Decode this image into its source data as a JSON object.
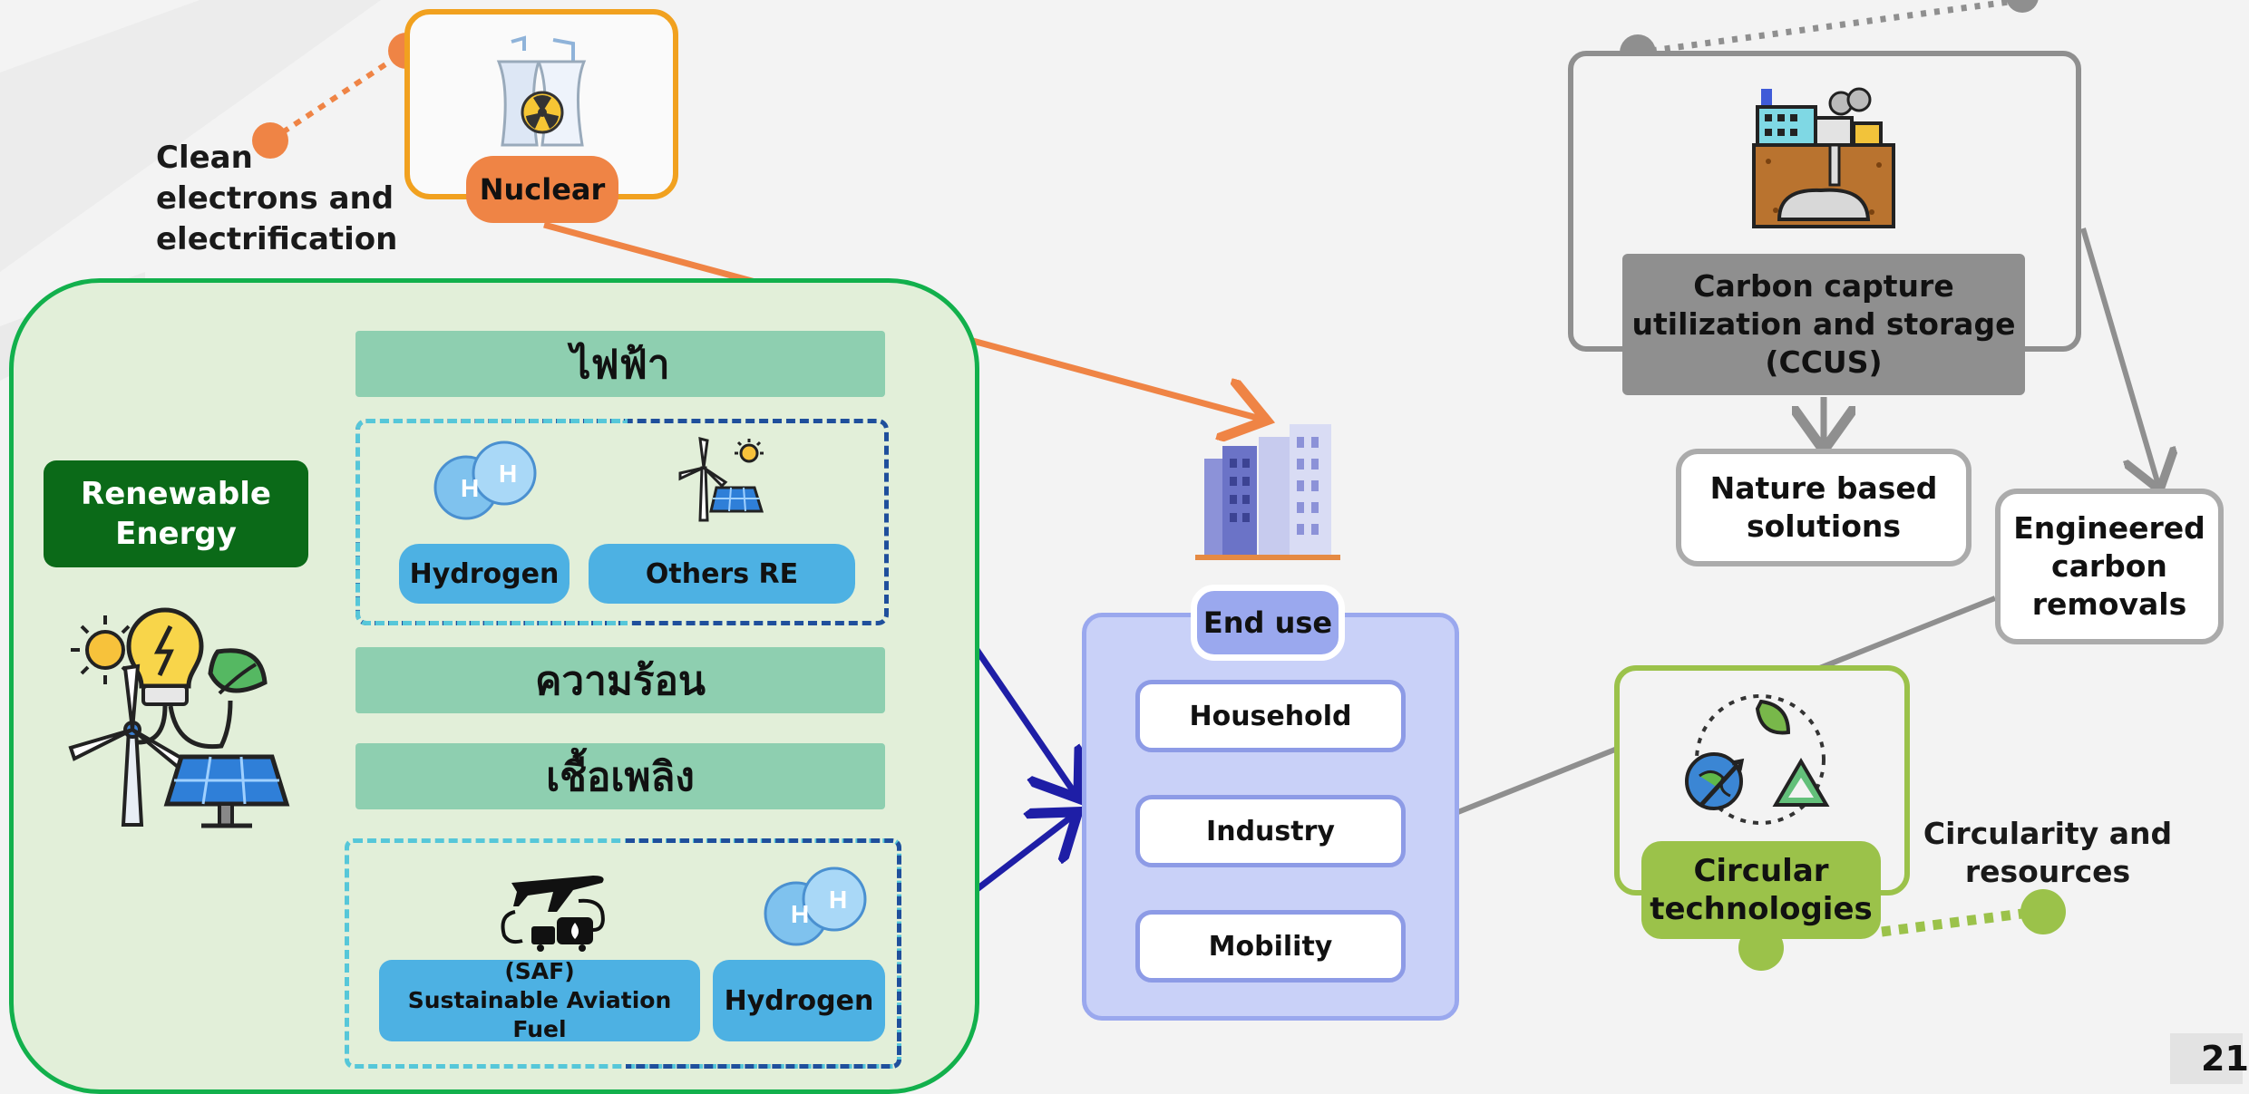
{
  "labels": {
    "clean_electrons": "Clean\nelectrons and\nelectrification",
    "nuclear": "Nuclear",
    "renewable_energy": "Renewable\nEnergy",
    "thai_electricity": "ไฟฟ้า",
    "thai_heat": "ความร้อน",
    "thai_fuel": "เชื้อเพลิง",
    "hydrogen_top": "Hydrogen",
    "others_re": "Others RE",
    "saf": "(SAF)\nSustainable Aviation Fuel",
    "hydrogen_bottom": "Hydrogen",
    "end_use": "End use",
    "household": "Household",
    "industry": "Industry",
    "mobility": "Mobility",
    "ccus": "Carbon capture\nutilization and storage\n(CCUS)",
    "nature_based": "Nature based\nsolutions",
    "engineered": "Engineered\ncarbon\nremovals",
    "circular_tech": "Circular\ntechnologies",
    "circularity": "Circularity and\nresources",
    "page_number": "21",
    "h_symbol": "H"
  },
  "icons": [
    "nuclear-plant-icon",
    "renewable-energy-icon",
    "hydrogen-icon",
    "wind-solar-icon",
    "airplane-fuel-icon",
    "city-buildings-icon",
    "carbon-capture-plant-icon",
    "recycle-globe-icon"
  ],
  "colors": {
    "green_panel_bg": "#e2efd9",
    "green_panel_border": "#12b04c",
    "nuclear_orange": "#ef8445",
    "nuclear_frame": "#f1a11f",
    "renewable_dark_green": "#0b6a18",
    "thai_bar": "#8ecfb0",
    "blue_pill": "#4db1e3",
    "enduse_bg": "#c9d1f8",
    "enduse_border": "#9aa8ee",
    "ccus_gray": "#8f8f8f",
    "circular_green": "#9bc24a",
    "arrow_navy": "#1e1ea6"
  }
}
